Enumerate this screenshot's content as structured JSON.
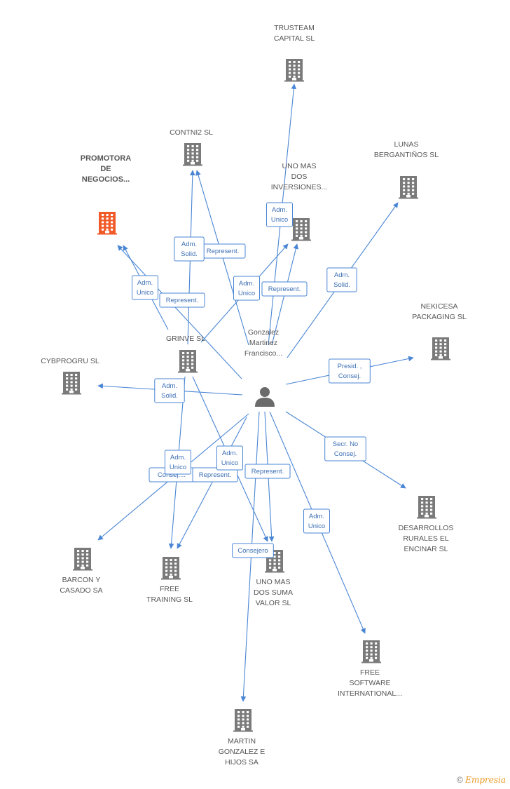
{
  "colors": {
    "edge": "#4a86d4",
    "building": "#7a7a7a",
    "highlight": "#f05a28",
    "person": "#6b6b6b"
  },
  "center": {
    "name": "Gonzalez Martinez Francisco...",
    "lines": [
      "Gonzalez",
      "Martinez",
      "Francisco..."
    ],
    "icon": "person-icon"
  },
  "companies": [
    {
      "id": "trusteam",
      "lines": [
        "TRUSTEAM",
        "CAPITAL  SL"
      ],
      "icon": "building-icon"
    },
    {
      "id": "contni2",
      "lines": [
        "CONTNI2 SL"
      ],
      "icon": "building-icon"
    },
    {
      "id": "lunas",
      "lines": [
        "LUNAS",
        "BERGANTIÑOS SL"
      ],
      "icon": "building-icon"
    },
    {
      "id": "promotora",
      "lines": [
        "PROMOTORA",
        "DE",
        "NEGOCIOS..."
      ],
      "icon": "building-icon",
      "highlight": true
    },
    {
      "id": "unomas_inv",
      "lines": [
        "UNO MAS",
        "DOS",
        "INVERSIONES..."
      ],
      "icon": "building-icon"
    },
    {
      "id": "nekicesa",
      "lines": [
        "NEKICESA",
        "PACKAGING SL"
      ],
      "icon": "building-icon"
    },
    {
      "id": "grinve",
      "lines": [
        "GRINVE  SL"
      ],
      "icon": "building-icon"
    },
    {
      "id": "cybprogru",
      "lines": [
        "CYBPROGRU SL"
      ],
      "icon": "building-icon"
    },
    {
      "id": "desarrollos",
      "lines": [
        "DESARROLLOS",
        "RURALES EL",
        "ENCINAR SL"
      ],
      "icon": "building-icon"
    },
    {
      "id": "barcon",
      "lines": [
        "BARCON Y",
        "CASADO SA"
      ],
      "icon": "building-icon"
    },
    {
      "id": "freetraining",
      "lines": [
        "FREE",
        "TRAINING SL"
      ],
      "icon": "building-icon"
    },
    {
      "id": "unomas_suma",
      "lines": [
        "UNO MAS",
        "DOS SUMA",
        "VALOR SL"
      ],
      "icon": "building-icon"
    },
    {
      "id": "freesoftware",
      "lines": [
        "FREE",
        "SOFTWARE",
        "INTERNATIONAL..."
      ],
      "icon": "building-icon"
    },
    {
      "id": "martin",
      "lines": [
        "MARTIN",
        "GONZALEZ E",
        "HIJOS SA"
      ],
      "icon": "building-icon"
    }
  ],
  "relations": [
    {
      "from": "center",
      "to": "trusteam",
      "label": [
        "Adm.",
        "Unico"
      ]
    },
    {
      "from": "center",
      "to": "contni2",
      "label": [
        "Represent."
      ]
    },
    {
      "from": "grinve",
      "to": "contni2",
      "label": [
        "Adm.",
        "Solid."
      ]
    },
    {
      "from": "center",
      "to": "lunas",
      "label": [
        "Adm.",
        "Solid."
      ]
    },
    {
      "from": "grinve",
      "to": "promotora",
      "label": [
        "Adm.",
        "Unico"
      ]
    },
    {
      "from": "center",
      "to": "promotora",
      "label": [
        "Represent."
      ]
    },
    {
      "from": "grinve",
      "to": "unomas_inv",
      "label": [
        "Adm.",
        "Unico"
      ]
    },
    {
      "from": "center",
      "to": "unomas_inv",
      "label": [
        "Represent."
      ]
    },
    {
      "from": "center",
      "to": "nekicesa",
      "label": [
        "Presid. ,",
        "Consej."
      ]
    },
    {
      "from": "center",
      "to": "cybprogru",
      "label": [
        "Adm.",
        "Solid."
      ]
    },
    {
      "from": "center",
      "to": "desarrollos",
      "label": [
        "Secr.  No",
        "Consej."
      ]
    },
    {
      "from": "center",
      "to": "barcon",
      "label": [
        "Consej...."
      ]
    },
    {
      "from": "grinve",
      "to": "freetraining",
      "label": [
        "Adm.",
        "Unico"
      ]
    },
    {
      "from": "center",
      "to": "freetraining",
      "label": [
        "Represent."
      ]
    },
    {
      "from": "grinve",
      "to": "unomas_suma",
      "label": [
        "Adm.",
        "Unico"
      ]
    },
    {
      "from": "center",
      "to": "unomas_suma",
      "label": [
        "Represent."
      ]
    },
    {
      "from": "center",
      "to": "freesoftware",
      "label": [
        "Adm.",
        "Unico"
      ]
    },
    {
      "from": "center",
      "to": "martin",
      "label": [
        "Consejero"
      ]
    }
  ],
  "footer": {
    "copyright": "©",
    "brand": "Empresia"
  }
}
